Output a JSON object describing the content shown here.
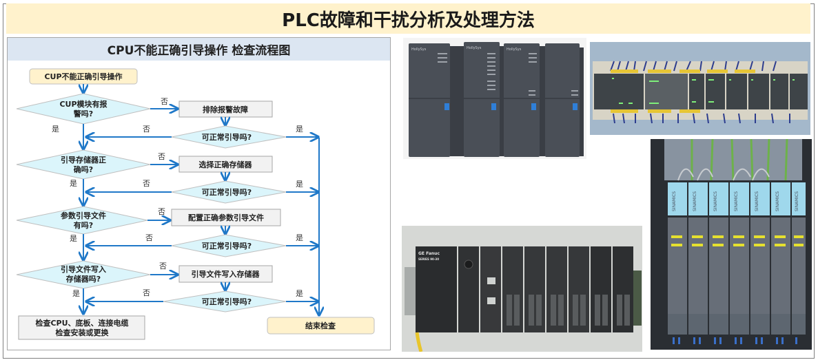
{
  "page": {
    "title": "PLC故障和干扰分析及处理方法"
  },
  "flowchart": {
    "title": "CPU不能正确引导操作 检查流程图",
    "start": "CUP不能正确引导操作",
    "decisions": [
      {
        "line1": "CUP模块有报",
        "line2": "警吗?"
      },
      {
        "line1": "引导存储器正",
        "line2": "确吗?"
      },
      {
        "line1": "参数引导文件",
        "line2": "有吗?"
      },
      {
        "line1": "引导文件写入",
        "line2": "存储器吗?"
      }
    ],
    "actions": [
      "排除报警故障",
      "选择正确存储器",
      "配置正确参数引导文件",
      "引导文件写入存储器"
    ],
    "checks": [
      "可正常引导吗?",
      "可正常引导吗?",
      "可正常引导吗?",
      "可正常引导吗?"
    ],
    "labels": {
      "yes": "是",
      "no": "否"
    },
    "end_fail": {
      "line1": "检查CPU、底板、连接电缆",
      "line2": "检查安装或更换"
    },
    "end_ok": "结束检查",
    "colors": {
      "start_fill": "#fff2cc",
      "decision_fill": "#dbf5fb",
      "action_fill": "#f2f2f2",
      "arrow": "#1f78c8",
      "header_fill": "#dce6f2",
      "title_fill": "#fff2cc"
    }
  },
  "photos": [
    {
      "name": "hollysys-plc-modules",
      "caption": ""
    },
    {
      "name": "siemens-s7-200-rack",
      "caption": ""
    },
    {
      "name": "ge-fanuc-series-90-30-rack",
      "caption": ""
    },
    {
      "name": "sinamics-drive-cabinet",
      "caption": ""
    }
  ],
  "photo_text": {
    "hollysys_brand": "HollySys",
    "ge_brand": "GE Fanuc",
    "ge_series": "SERIES 90-30",
    "sinamics_brand": "SINAMICS"
  }
}
